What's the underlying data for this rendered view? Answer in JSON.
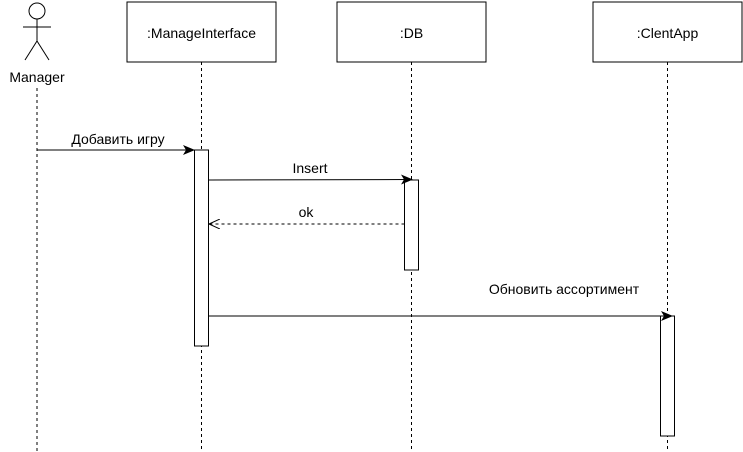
{
  "diagram": {
    "actor": {
      "label": "Manager"
    },
    "participants": [
      {
        "id": "manage",
        "label": ":ManageInterface"
      },
      {
        "id": "db",
        "label": ":DB"
      },
      {
        "id": "client",
        "label": ":ClentApp"
      }
    ],
    "messages": [
      {
        "id": "m1",
        "label": "Добавить игру",
        "from": "actor",
        "to": "manage",
        "style": "solid"
      },
      {
        "id": "m2",
        "label": "Insert",
        "from": "manage",
        "to": "db",
        "style": "solid"
      },
      {
        "id": "m3",
        "label": "ok",
        "from": "db",
        "to": "manage",
        "style": "dashed"
      },
      {
        "id": "m4",
        "label": "Обновить ассортимент",
        "from": "manage",
        "to": "client",
        "style": "solid"
      }
    ]
  }
}
